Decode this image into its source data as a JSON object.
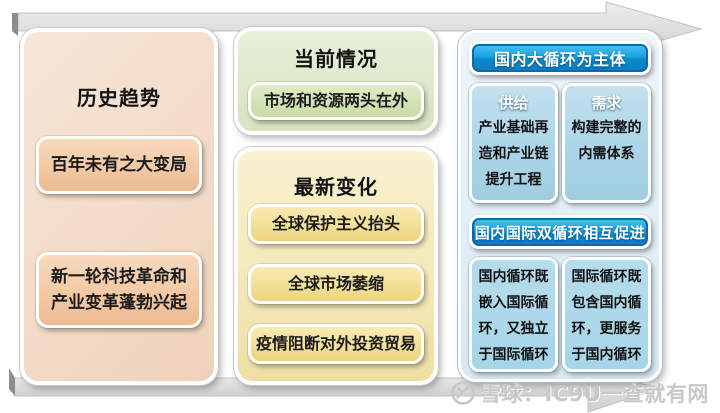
{
  "panels": {
    "history": {
      "title": "历史趋势",
      "items": [
        "百年未有之大变局",
        "新一轮科技革命和产业变革蓬勃兴起"
      ]
    },
    "current": {
      "title": "当前情况",
      "items": [
        "市场和资源两头在外"
      ]
    },
    "changes": {
      "title": "最新变化",
      "items": [
        "全球保护主义抬头",
        "全球市场萎缩",
        "疫情阻断对外投资贸易"
      ]
    },
    "dual": {
      "header1": "国内大循环为主体",
      "supply": {
        "title": "供给",
        "body": "产业基础再造和产业链提升工程"
      },
      "demand": {
        "title": "需求",
        "body": "构建完整的内需体系"
      },
      "header2": "国内国际双循环相互促进",
      "left_box": "国内循环既嵌入国际循环，又独立于国际循环",
      "right_box": "国际循环既包含国内循环，更服务于国内循环"
    }
  },
  "watermark": {
    "text": "雪球：IC9U一查就有网"
  },
  "colors": {
    "arrow_gray": "#dedede",
    "peach_panel": "#f3dcc9",
    "peach_box": "#f3c9a4",
    "green_panel": "#dce9ca",
    "green_box": "#d2e2b3",
    "yellow_panel": "#f4e8b8",
    "yellow_box": "#f2df95",
    "blue_header": "#0e88ca",
    "blue_box": "#aed7e8",
    "watermark_gray": "#c8c8c8"
  }
}
